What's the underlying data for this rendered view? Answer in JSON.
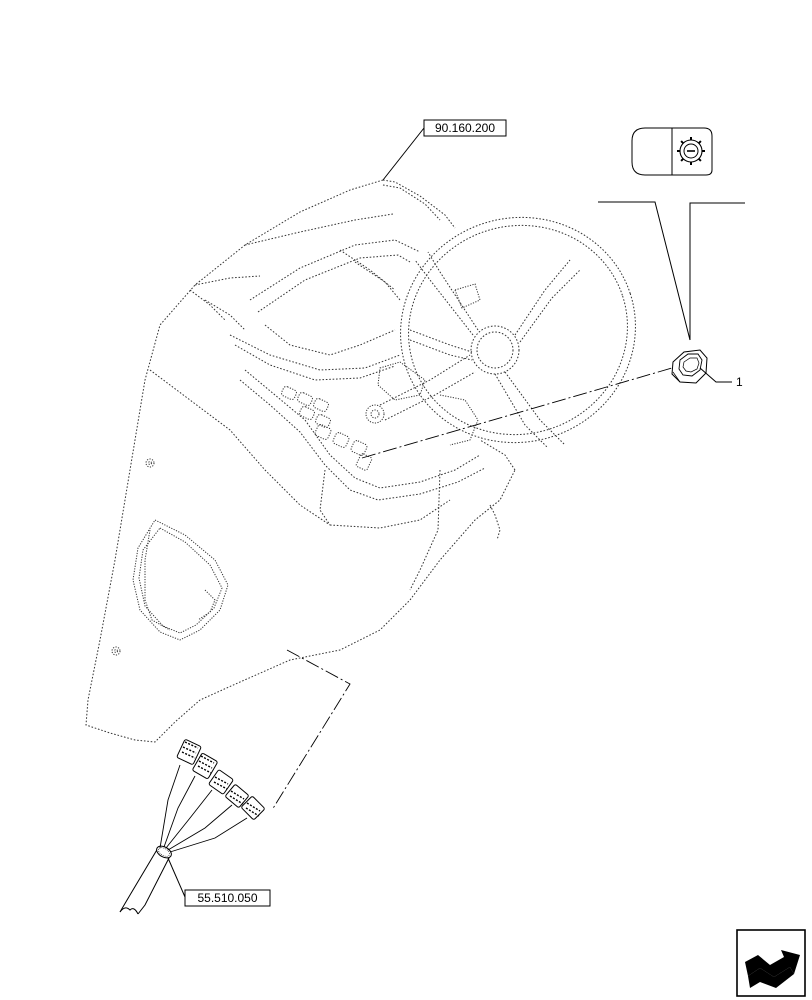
{
  "references": {
    "top": "90.160.200",
    "bottom": "55.510.050"
  },
  "callouts": {
    "item_1": "1"
  },
  "icons": {
    "switch_symbol": "gear-minus-icon",
    "nav": "return-arrow-icon"
  },
  "colors": {
    "line": "#000000",
    "background": "#ffffff"
  }
}
